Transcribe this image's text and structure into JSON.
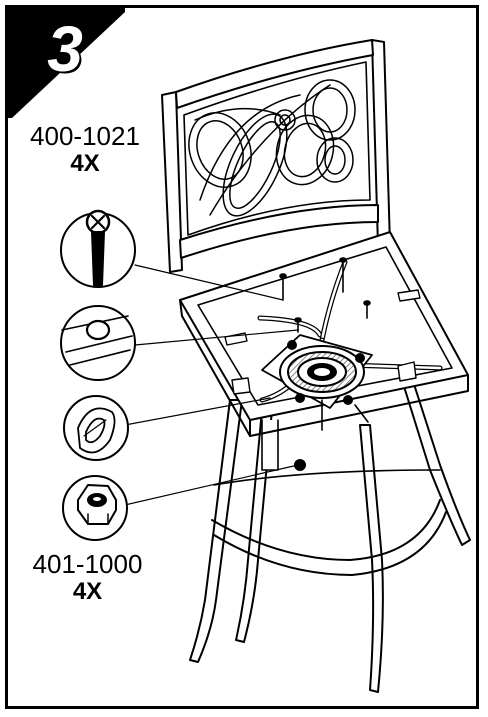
{
  "step": {
    "number": "3"
  },
  "parts": [
    {
      "code": "400-1021",
      "quantity": "4X",
      "icon": "screw-icon"
    },
    {
      "code": "401-1000",
      "quantity": "4X",
      "icon": "hex-nut-icon"
    }
  ],
  "colors": {
    "ink": "#000000",
    "paper": "#ffffff",
    "hatch": "#555555"
  }
}
